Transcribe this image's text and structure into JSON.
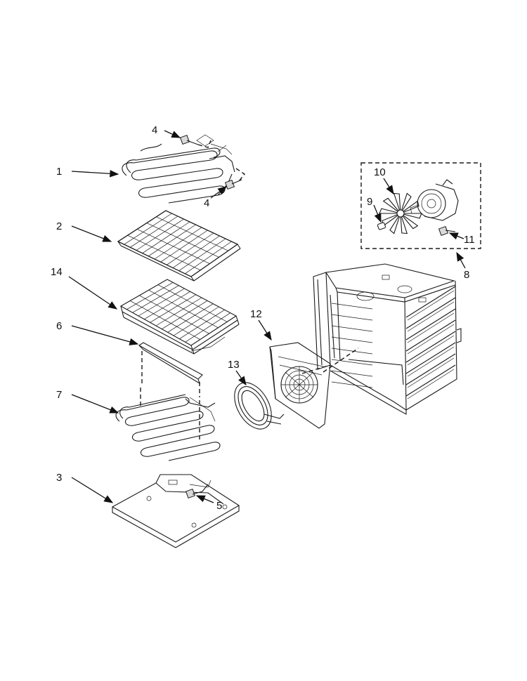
{
  "callouts": {
    "c1": "1",
    "c2": "2",
    "c3": "3",
    "c4a": "4",
    "c4b": "4",
    "c5": "5",
    "c6": "6",
    "c7": "7",
    "c8": "8",
    "c9": "9",
    "c10": "10",
    "c11": "11",
    "c12": "12",
    "c13": "13",
    "c14": "14"
  }
}
